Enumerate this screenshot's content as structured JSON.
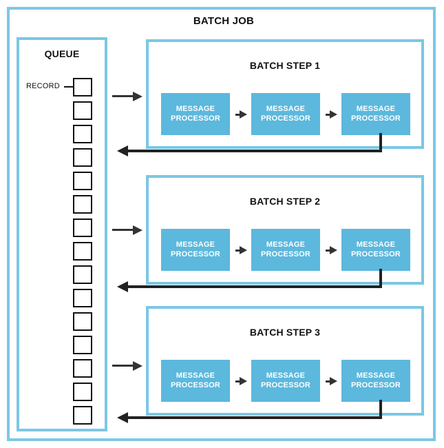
{
  "diagram": {
    "title": "BATCH JOB",
    "queue": {
      "title": "QUEUE",
      "record_label": "RECORD",
      "record_count": 15
    },
    "steps": [
      {
        "title": "BATCH STEP 1",
        "processors": [
          {
            "line1": "MESSAGE",
            "line2": "PROCESSOR"
          },
          {
            "line1": "MESSAGE",
            "line2": "PROCESSOR"
          },
          {
            "line1": "MESSAGE",
            "line2": "PROCESSOR"
          }
        ]
      },
      {
        "title": "BATCH STEP 2",
        "processors": [
          {
            "line1": "MESSAGE",
            "line2": "PROCESSOR"
          },
          {
            "line1": "MESSAGE",
            "line2": "PROCESSOR"
          },
          {
            "line1": "MESSAGE",
            "line2": "PROCESSOR"
          }
        ]
      },
      {
        "title": "BATCH STEP 3",
        "processors": [
          {
            "line1": "MESSAGE",
            "line2": "PROCESSOR"
          },
          {
            "line1": "MESSAGE",
            "line2": "PROCESSOR"
          },
          {
            "line1": "MESSAGE",
            "line2": "PROCESSOR"
          }
        ]
      }
    ],
    "colors": {
      "frame_blue": "#7cc7e4",
      "processor_blue": "#5cb8dd",
      "arrow_dark": "#333333",
      "record_outline": "#111111",
      "text_dark": "#121212",
      "background": "#ffffff"
    }
  }
}
